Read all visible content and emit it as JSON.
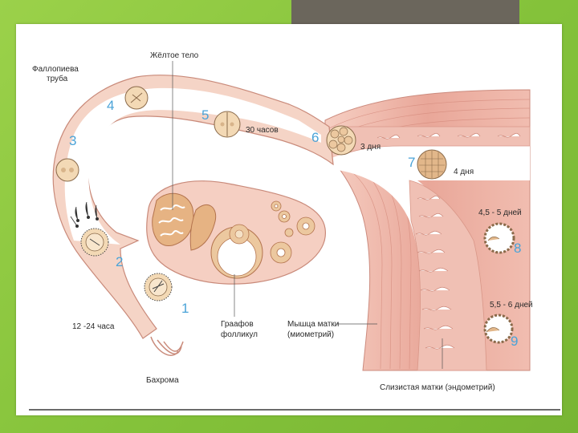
{
  "labels": {
    "fallopian_tube_l1": "Фаллопиева",
    "fallopian_tube_l2": "труба",
    "corpus_luteum": "Жёлтое тело",
    "hours_30": "30 часов",
    "days_3": "3 дня",
    "days_4": "4 дня",
    "days_45_5": "4,5 - 5 дней",
    "days_55_6": "5,5 - 6 дней",
    "hours_12_24": "12 -24 часа",
    "graafian_l1": "Граафов",
    "graafian_l2": "фолликул",
    "myometrium_l1": "Мышца матки",
    "myometrium_l2": "(миометрий)",
    "fimbria": "Бахрома",
    "endometrium": "Слизистая матки (эндометрий)"
  },
  "stages": [
    "1",
    "2",
    "3",
    "4",
    "5",
    "6",
    "7",
    "8",
    "9"
  ],
  "colors": {
    "background": "#8dc63f",
    "tissue": "#f2c8b8",
    "tissue_dark": "#e39a8c",
    "muscle": "#e8a598",
    "stage_number": "#4aa3d8",
    "cell": "#f3d9b5"
  }
}
